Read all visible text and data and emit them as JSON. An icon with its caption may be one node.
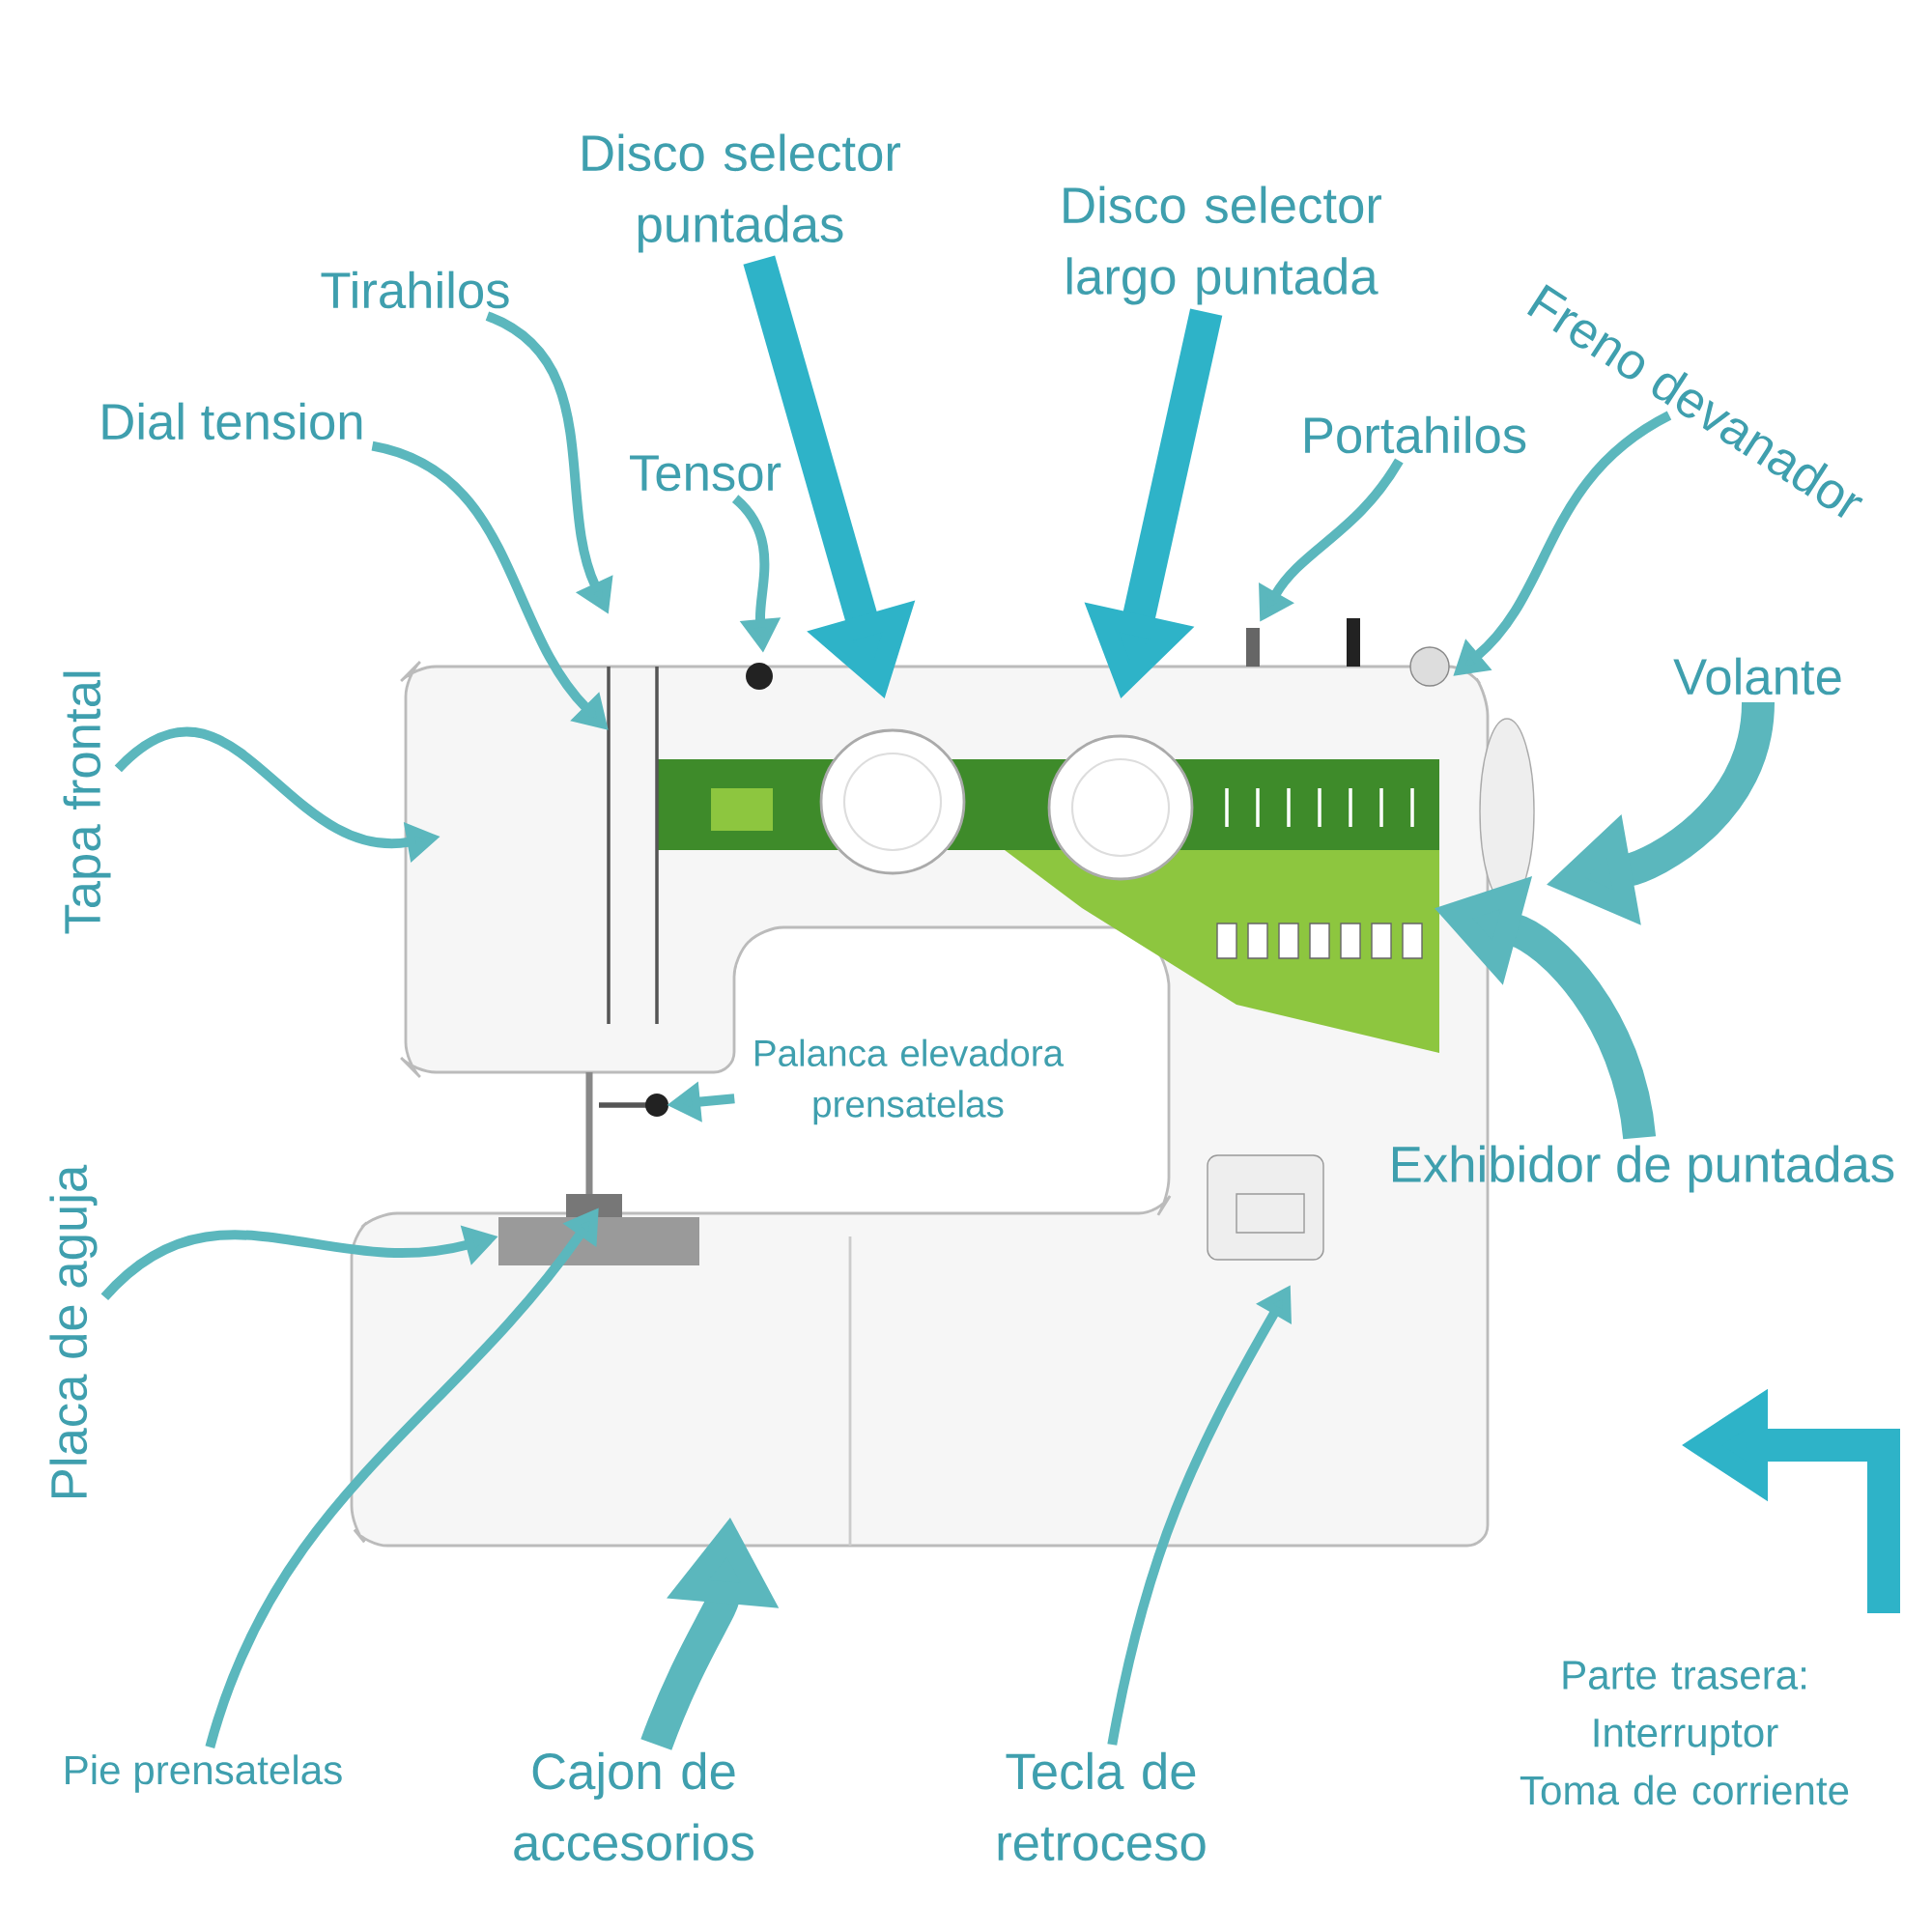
{
  "diagram": {
    "nodes": [
      {
        "text": [
          "Tirahilos"
        ]
      },
      {
        "text": [
          "Dial tension"
        ]
      },
      {
        "text": [
          "Disco selector puntadas"
        ]
      },
      {
        "text": [
          "Tensor"
        ]
      },
      {
        "text": [
          "Disco selector largo puntada"
        ]
      },
      {
        "text": [
          "Portahilos"
        ]
      },
      {
        "text": [
          "Freno devanador"
        ]
      },
      {
        "text": [
          "Volante"
        ]
      },
      {
        "text": [
          "Tapa frontal"
        ]
      },
      {
        "text": [
          "Palanca elevadora prensatelas"
        ]
      },
      {
        "text": [
          "Exhibidor de puntadas"
        ]
      },
      {
        "text": [
          "Placa de aguja"
        ]
      },
      {
        "text": [
          "Pie prensatelas"
        ]
      },
      {
        "text": [
          "Cajon de accesorios"
        ]
      },
      {
        "text": [
          "Tecla de retroceso"
        ]
      },
      {
        "text": [
          "Parte trasera:",
          "Interruptor",
          "Toma de corriente"
        ]
      }
    ],
    "edges": [
      {
        "from": 0,
        "to": null,
        "arrow": "to"
      },
      {
        "from": 1,
        "to": null,
        "arrow": "to"
      },
      {
        "from": 2,
        "to": null,
        "arrow": "to",
        "style": "thick",
        "color": "#2eb3c8"
      },
      {
        "from": 3,
        "to": null,
        "arrow": "to"
      },
      {
        "from": 4,
        "to": null,
        "arrow": "to",
        "style": "thick",
        "color": "#2eb3c8"
      },
      {
        "from": 5,
        "to": null,
        "arrow": "to"
      },
      {
        "from": 6,
        "to": null,
        "arrow": "to"
      },
      {
        "from": 7,
        "to": null,
        "arrow": "to",
        "style": "thick"
      },
      {
        "from": 8,
        "to": null,
        "arrow": "to"
      },
      {
        "from": 9,
        "to": null,
        "arrow": "to"
      },
      {
        "from": 10,
        "to": null,
        "arrow": "to",
        "style": "thick"
      },
      {
        "from": 11,
        "to": null,
        "arrow": "to"
      },
      {
        "from": 12,
        "to": null,
        "arrow": "to"
      },
      {
        "from": 13,
        "to": null,
        "arrow": "to",
        "style": "thick"
      },
      {
        "from": 14,
        "to": null,
        "arrow": "to"
      }
    ]
  }
}
